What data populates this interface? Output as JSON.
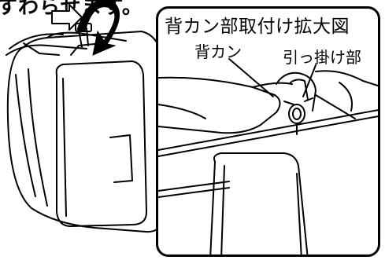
{
  "header_text": "すわらせます。",
  "detail": {
    "title": "背カン部取付け拡大図",
    "label_back_ring": "背カン",
    "label_hook": "引っ掛け部"
  },
  "colors": {
    "line": "#000000",
    "background": "#ffffff"
  },
  "icons": {
    "arrow": "curved-arrow-icon"
  }
}
